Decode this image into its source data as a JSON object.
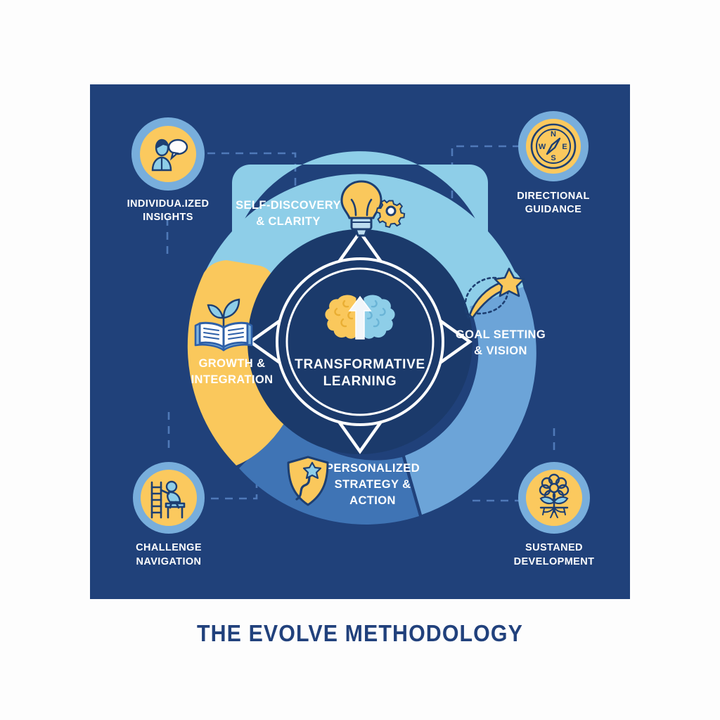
{
  "title": "THE EVOLVE METHODOLOGY",
  "colors": {
    "panel_navy": "#20417a",
    "deep_navy": "#1b3a6b",
    "light_cyan": "#8ecee8",
    "medium_blue": "#6ca4d8",
    "action_blue": "#3f74b5",
    "yellow": "#fac85c",
    "ring_blue": "#78aedc",
    "white": "#ffffff",
    "page_bg": "#fdfdfd",
    "title_color": "#21417c"
  },
  "core": {
    "label_line1": "TRANSFORMATIVE",
    "label_line2": "LEARNING",
    "icon": "brain-growth-arrow-icon"
  },
  "segments": [
    {
      "id": "self-discovery",
      "label_line1": "SELF-DISCOVERY",
      "label_line2": "& CLARITY",
      "color": "#8ecee8",
      "icon": "lightbulb-gear-icon",
      "position": "top"
    },
    {
      "id": "goal-setting",
      "label_line1": "GOAL SETTING",
      "label_line2": "& VISION",
      "color": "#6ca4d8",
      "icon": "shooting-star-icon",
      "position": "right"
    },
    {
      "id": "personalized-strategy",
      "label_line1": "PERSONALIZED",
      "label_line2": "STRATEGY &",
      "label_line3": "ACTION",
      "color": "#3f74b5",
      "icon": "shield-path-star-icon",
      "position": "bottom"
    },
    {
      "id": "growth-integration",
      "label_line1": "GROWTH &",
      "label_line2": "INTEGRATION",
      "color": "#fac85c",
      "icon": "open-book-plant-icon",
      "position": "left"
    }
  ],
  "outer_nodes": [
    {
      "id": "individualized-insights",
      "label_line1": "INDIVIDUA.IZED",
      "label_line2": "INSIGHTS",
      "icon": "person-speech-bubble-icon",
      "position": "top-left"
    },
    {
      "id": "directional-guidance",
      "label_line1": "DIRECTIONAL",
      "label_line2": "GUIDANCE",
      "icon": "compass-icon",
      "position": "top-right",
      "compass_letters": [
        "N",
        "W",
        "E",
        "S"
      ]
    },
    {
      "id": "challenge-navigation",
      "label_line1": "CHALLENGE",
      "label_line2": "NAVIGATION",
      "icon": "person-climbing-ladder-icon",
      "position": "bottom-left"
    },
    {
      "id": "sustained-development",
      "label_line1": "SUSTANED",
      "label_line2": "DEVELOPMENT",
      "icon": "flower-roots-icon",
      "position": "bottom-right"
    }
  ]
}
